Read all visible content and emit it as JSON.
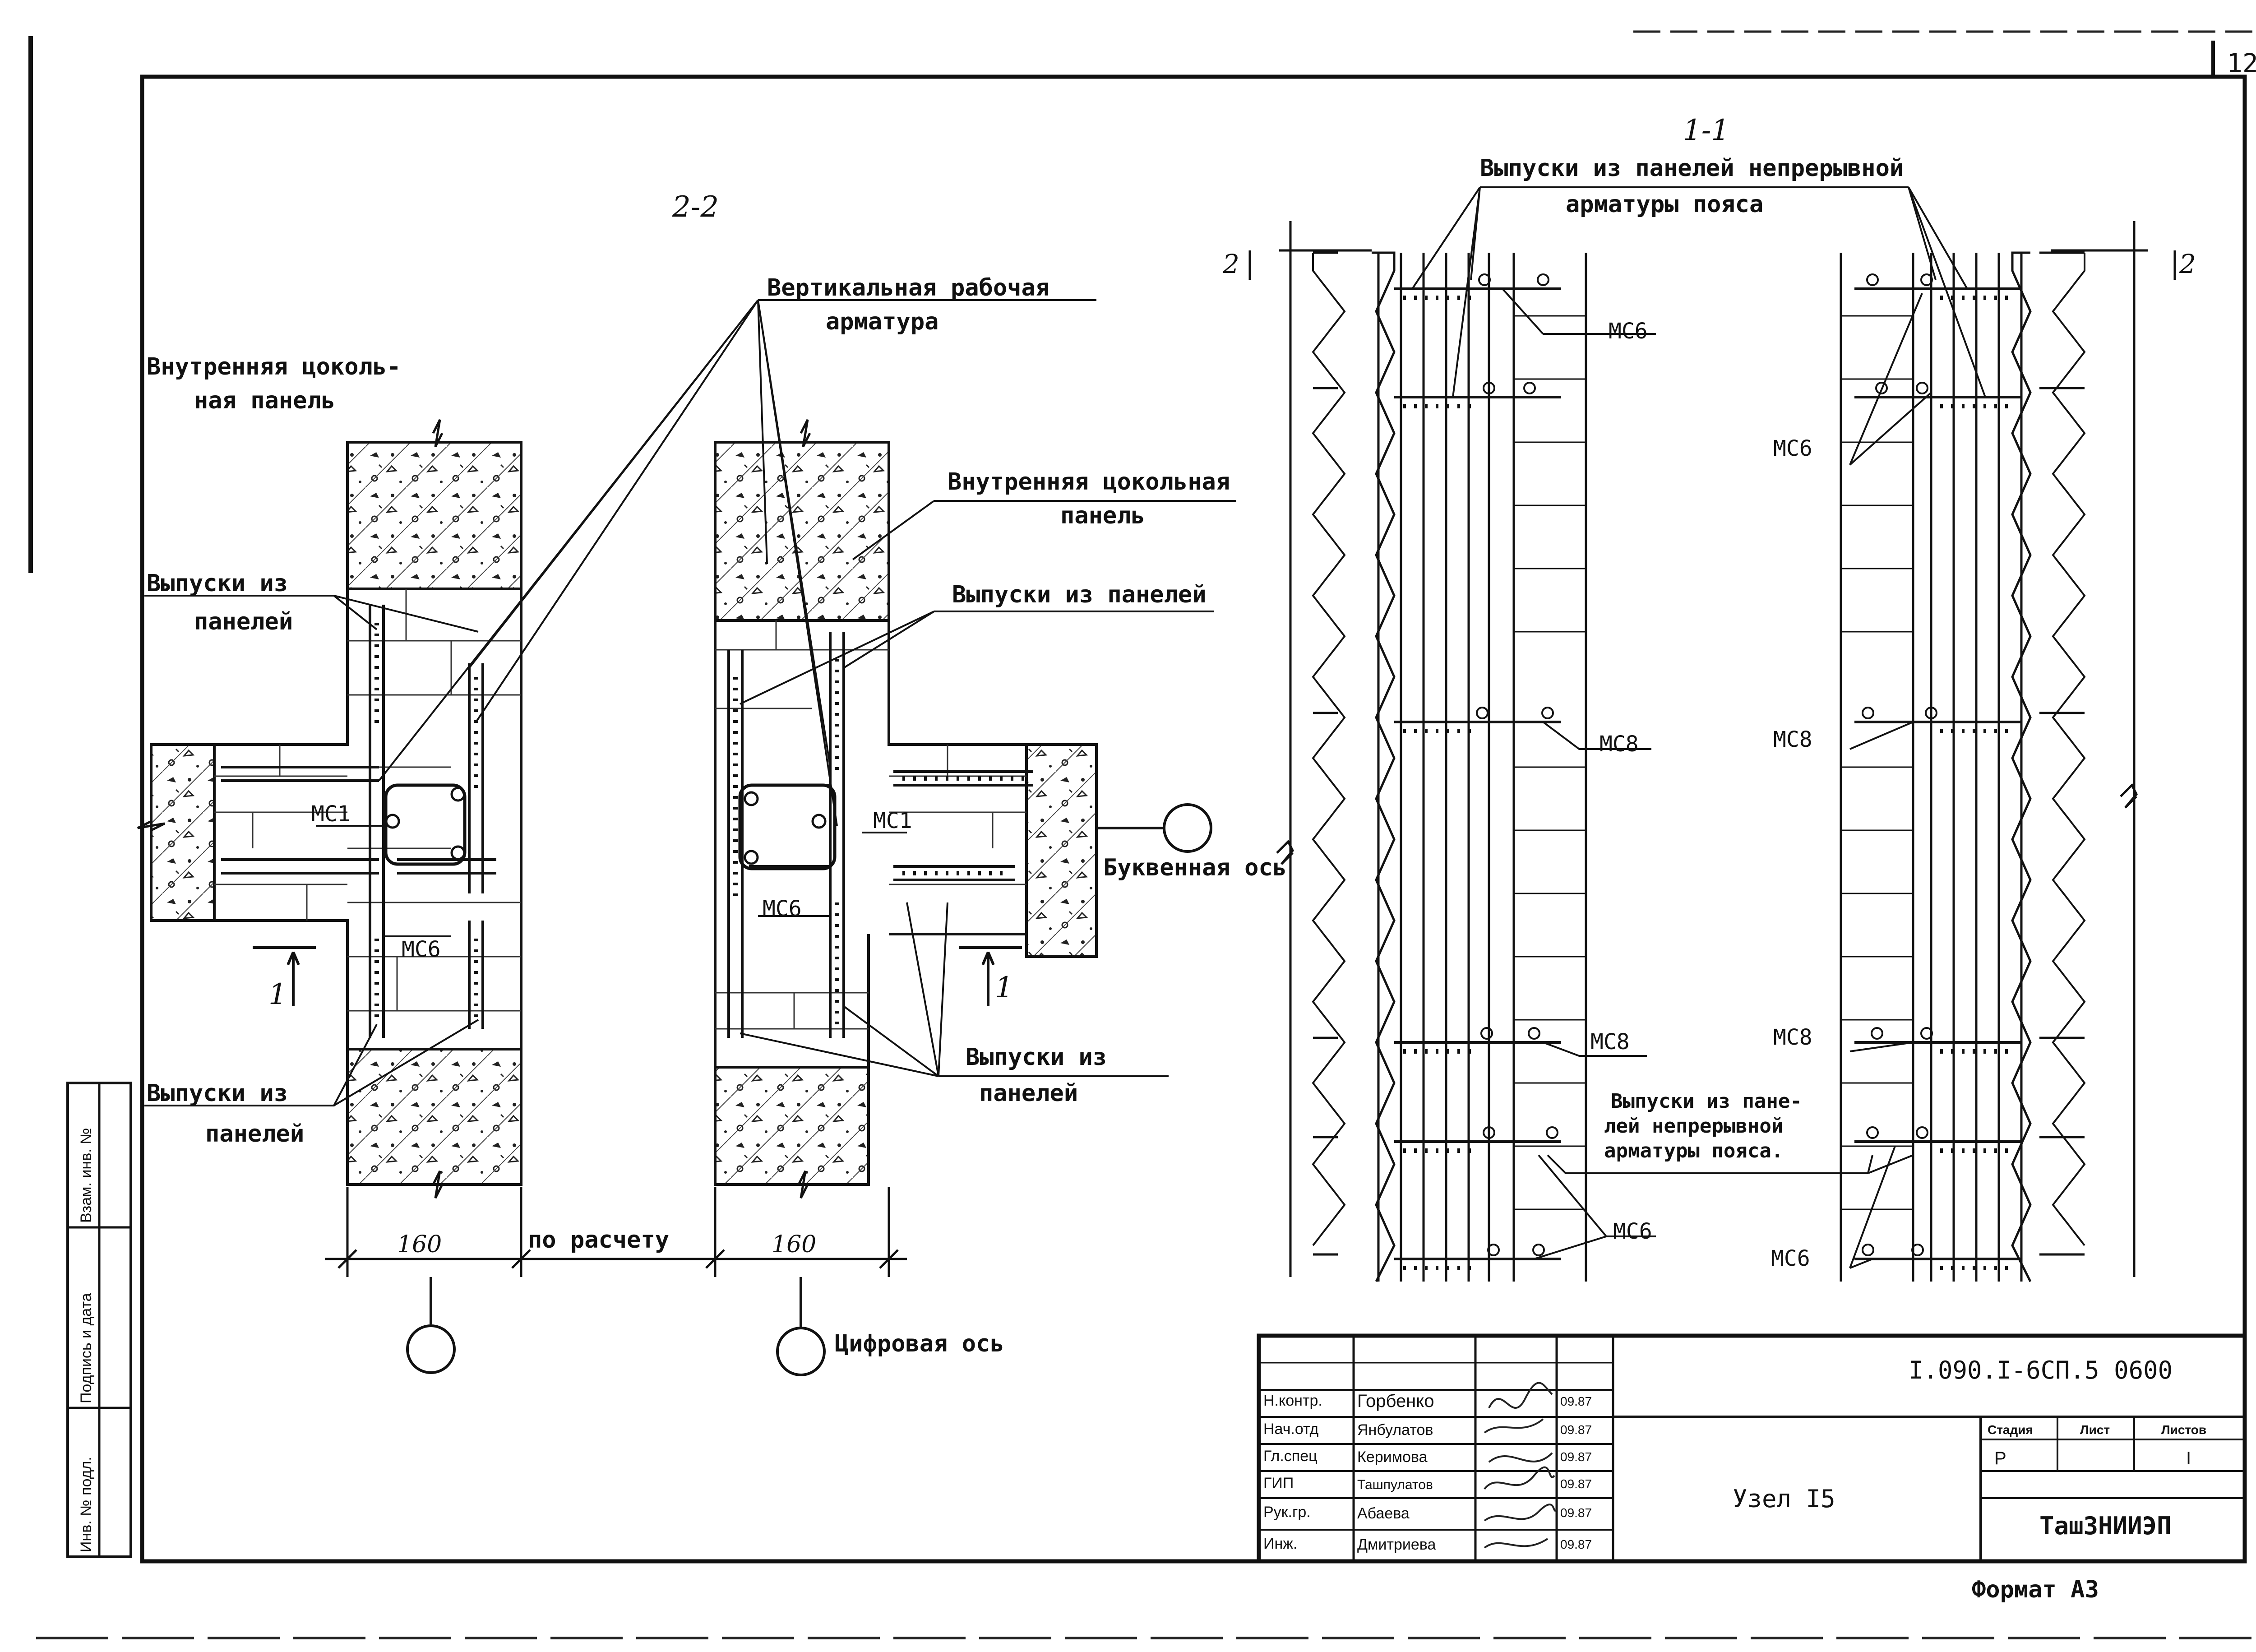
{
  "sheet_number": "12",
  "sections": {
    "s22": {
      "title": "2-2",
      "vertical_rebar": [
        "Вертикальная рабочая",
        "арматура"
      ],
      "inner_panel_left": [
        "Внутренняя цоколь-",
        "ная панель"
      ],
      "inner_panel_right": [
        "Внутренняя цокольная",
        "панель"
      ],
      "outlets_top_left": [
        "Выпуски из",
        "панелей"
      ],
      "outlets_top_right": "Выпуски из панелей",
      "outlets_bottom_left": [
        "Выпуски из",
        "панелей"
      ],
      "outlets_bottom_right": [
        "Выпуски из",
        "панелей"
      ],
      "marks": {
        "mc1_left": "МС1",
        "mc1_right": "МС1",
        "mc6_left": "МС6",
        "mc6_right": "МС6"
      },
      "section_mark_left": "1",
      "section_mark_right": "1",
      "dim_left": "160",
      "dim_mid": "по расчету",
      "dim_right": "160",
      "letter_axis": "Буквенная ось",
      "digit_axis": "Цифровая ось"
    },
    "s11": {
      "title": "1-1",
      "outlets_belt_top": [
        "Выпуски из панелей непрерывной",
        "арматуры пояса"
      ],
      "outlets_belt_bottom": [
        "Выпуски из пане-",
        "лей непрерывной",
        "арматуры пояса."
      ],
      "section_mark_left": "2",
      "section_mark_right": "2",
      "marks": {
        "mc6_a": "МС6",
        "mc6_b": "МС6",
        "mc8_a": "МС8",
        "mc8_b": "МС8",
        "mc8_c": "МС8",
        "mc8_d": "МС8",
        "mc6_c": "МС6",
        "mc6_d": "МС6"
      }
    }
  },
  "side_stamp": [
    "Инв. № подл.",
    "Подпись и дата",
    "Взам. инв. №"
  ],
  "title_block": {
    "doc_code": "I.090.I-6СП.5  0600",
    "node": "Узел  I5",
    "org": "ТашЗНИИЭП",
    "stage_label": "Стадия",
    "sheet_label": "Лист",
    "sheets_label": "Листов",
    "stage": "Р",
    "sheets": "I",
    "signatures": [
      {
        "role": "Н.контр.",
        "name": "Горбенко",
        "date": "09.87"
      },
      {
        "role": "Нач.отд",
        "name": "Янбулатов",
        "date": "09.87"
      },
      {
        "role": "Гл.спец",
        "name": "Керимова",
        "date": "09.87"
      },
      {
        "role": "ГИП",
        "name": "Ташпулатов",
        "date": "09.87"
      },
      {
        "role": "Рук.гр.",
        "name": "Абаева",
        "date": "09.87"
      },
      {
        "role": "Инж.",
        "name": "Дмитриева",
        "date": "09.87"
      }
    ]
  },
  "format_label": "Формат  А3"
}
